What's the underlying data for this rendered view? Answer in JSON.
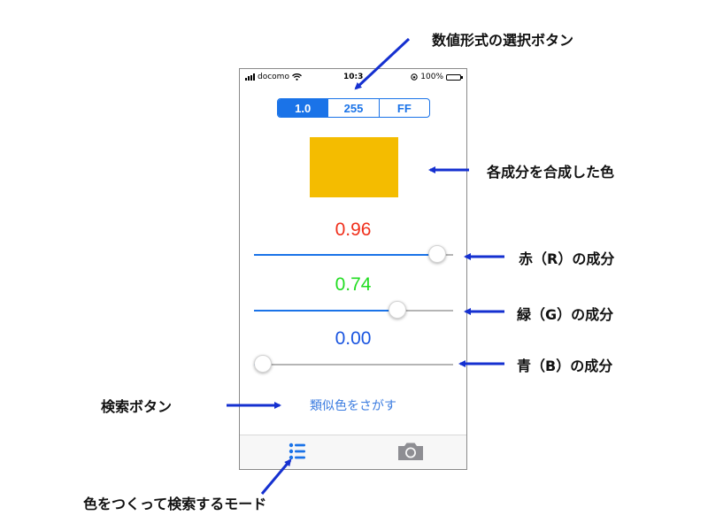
{
  "status_bar": {
    "carrier": "docomo",
    "time": "10:3",
    "battery": "100%"
  },
  "format_selector": {
    "options": [
      "1.0",
      "255",
      "FF"
    ],
    "selected": "1.0"
  },
  "color_preview": {
    "color": "#f4bc00"
  },
  "components": [
    {
      "key": "red",
      "value_label": "0.96",
      "value": 0.96,
      "label_color": "#f0301c"
    },
    {
      "key": "green",
      "value_label": "0.74",
      "value": 0.74,
      "label_color": "#22dd22"
    },
    {
      "key": "blue",
      "value_label": "0.00",
      "value": 0.0,
      "label_color": "#1a55e0"
    }
  ],
  "search_button": {
    "label": "類似色をさがす"
  },
  "tab_bar": {
    "tabs": [
      {
        "icon": "list-icon",
        "active": true,
        "color": "#1a73e8"
      },
      {
        "icon": "camera-icon",
        "active": false,
        "color": "#8e8e93"
      }
    ]
  },
  "annotations": {
    "format_selector": "数値形式の選択ボタン",
    "color_preview": "各成分を合成した色",
    "red_slider": "赤（R）の成分",
    "green_slider": "緑（G）の成分",
    "blue_slider": "青（B）の成分",
    "search_button": "検索ボタン",
    "mode_tab": "色をつくって検索するモード"
  },
  "colors": {
    "accent": "#1a73e8",
    "annotation_arrow": "#1530d0"
  }
}
